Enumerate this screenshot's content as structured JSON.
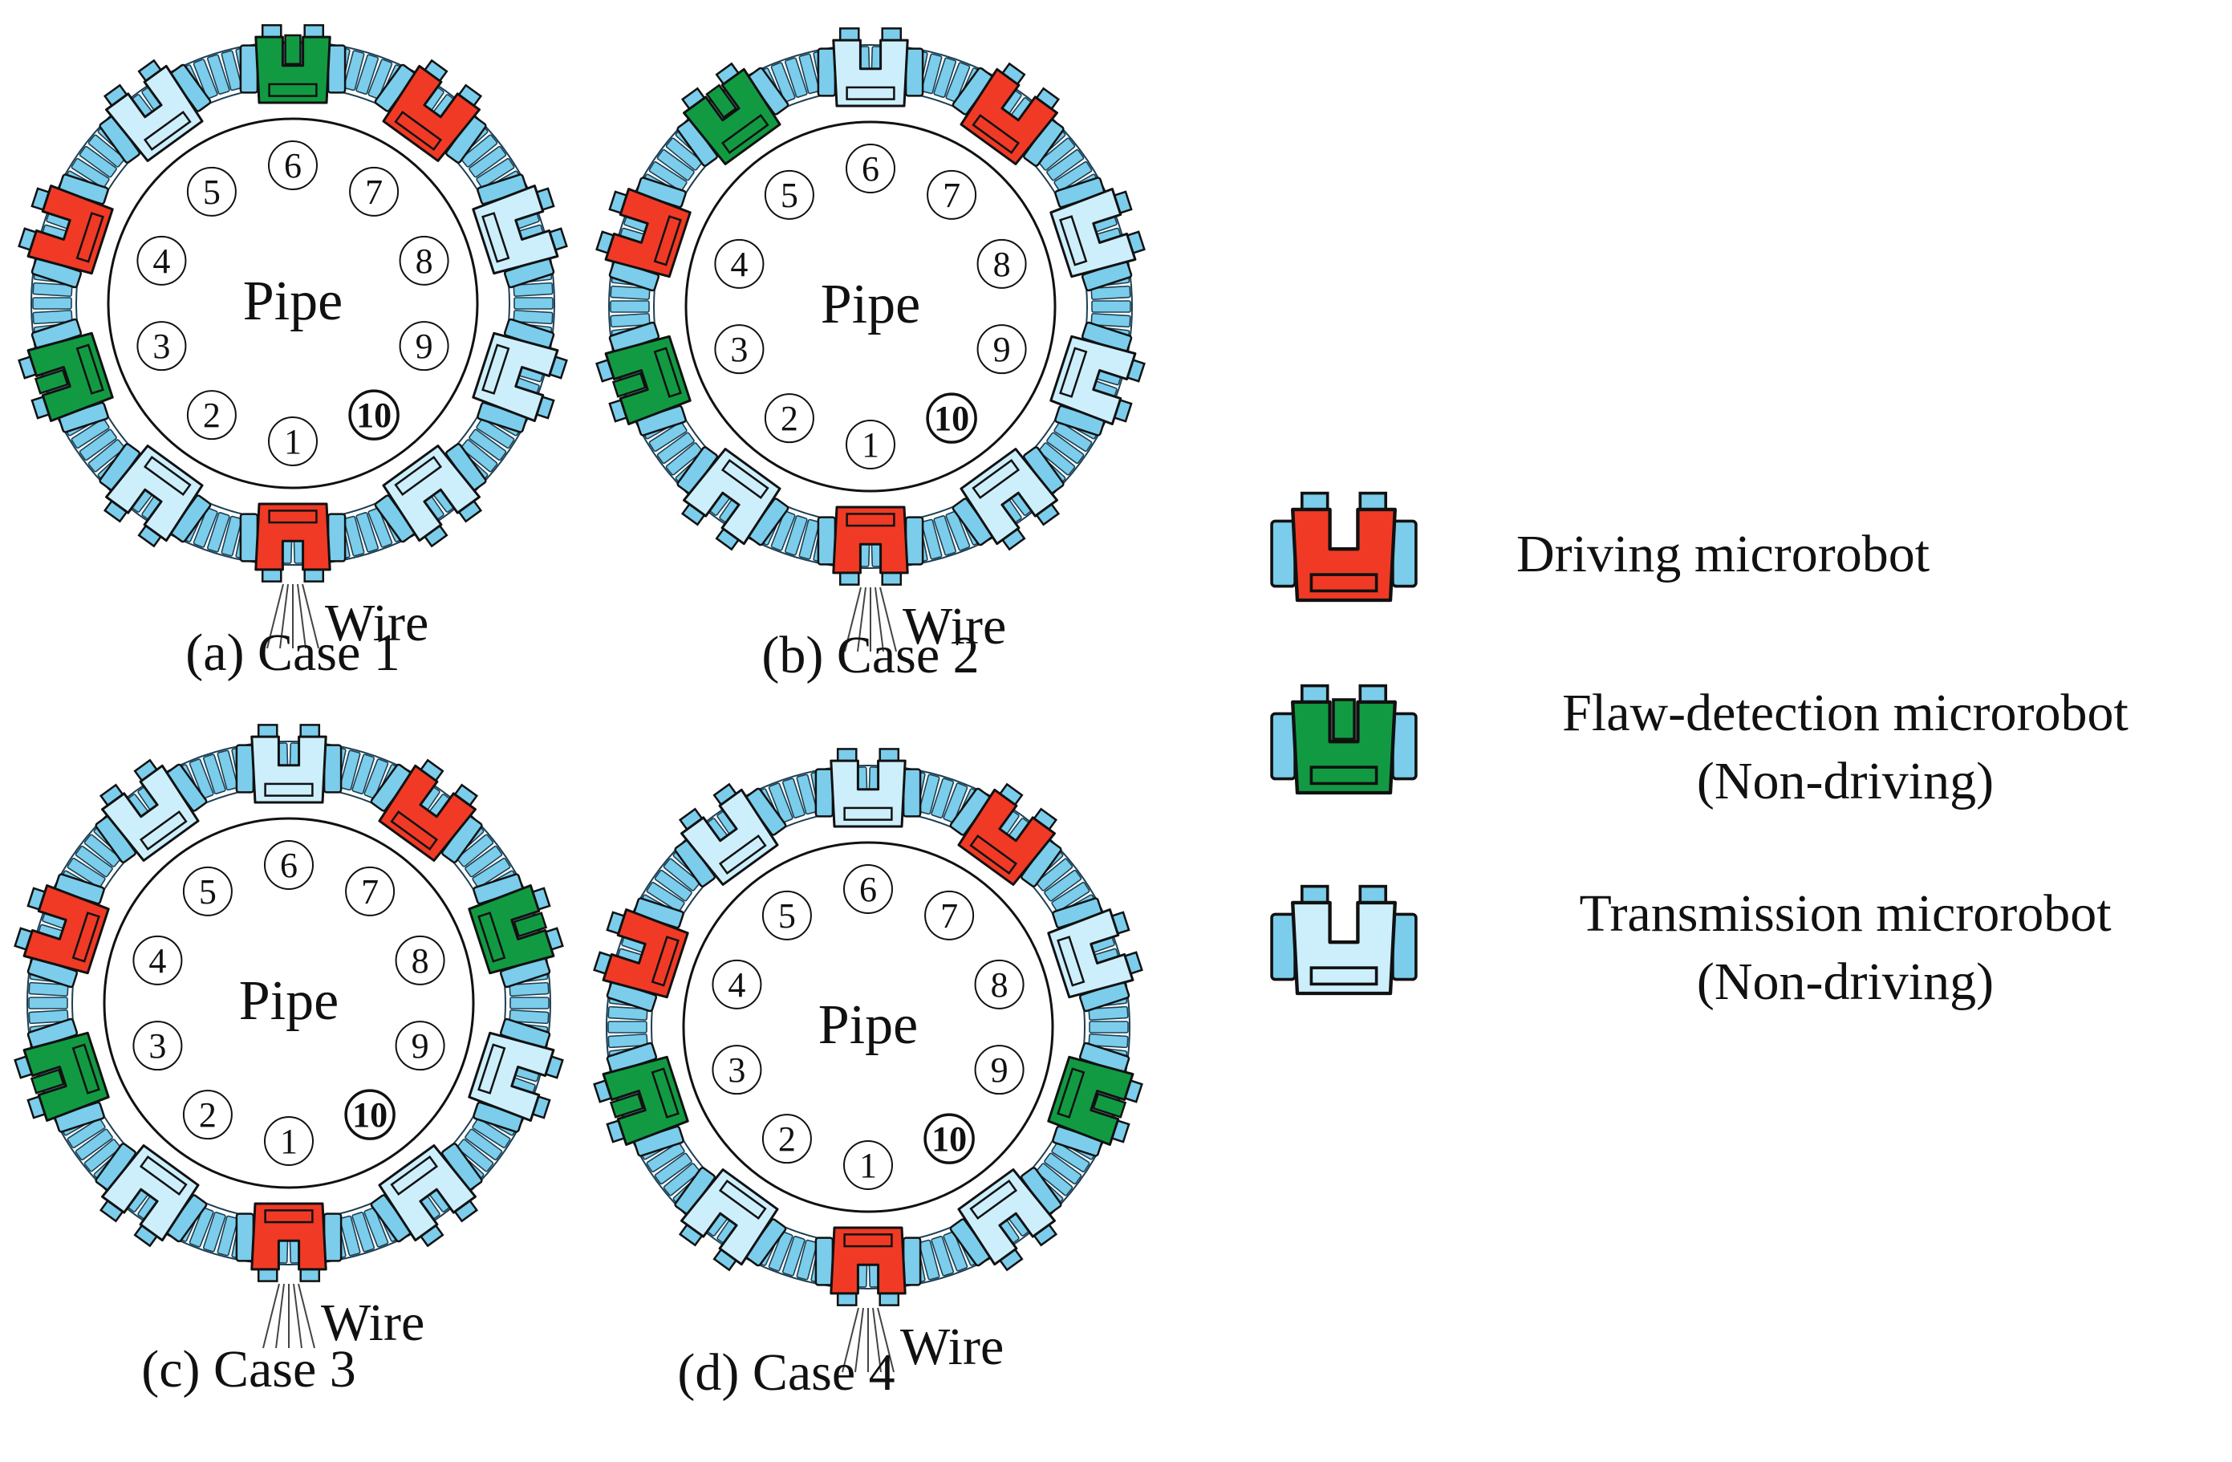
{
  "colors": {
    "driving": "#F03A25",
    "flaw": "#129A42",
    "transmission": "#CDEFFC",
    "link": "#7BCDEB",
    "outline": "#111111"
  },
  "pipe_label": "Pipe",
  "wire_label": "Wire",
  "position_numbers": [
    "1",
    "2",
    "3",
    "4",
    "5",
    "6",
    "7",
    "8",
    "9",
    "10"
  ],
  "cases": [
    {
      "label": "(a)  Case 1",
      "slots": [
        "driving",
        "transmission",
        "flaw",
        "driving",
        "transmission",
        "flaw",
        "driving",
        "transmission",
        "transmission",
        "transmission"
      ]
    },
    {
      "label": "(b)  Case 2",
      "slots": [
        "driving",
        "transmission",
        "flaw",
        "driving",
        "flaw",
        "transmission",
        "driving",
        "transmission",
        "transmission",
        "transmission"
      ]
    },
    {
      "label": "(c)  Case 3",
      "slots": [
        "driving",
        "transmission",
        "flaw",
        "driving",
        "transmission",
        "transmission",
        "driving",
        "flaw",
        "transmission",
        "transmission"
      ]
    },
    {
      "label": "(d)  Case 4",
      "slots": [
        "driving",
        "transmission",
        "flaw",
        "driving",
        "transmission",
        "transmission",
        "driving",
        "transmission",
        "flaw",
        "transmission"
      ]
    }
  ],
  "legend": [
    {
      "type": "driving",
      "line1": "Driving microrobot",
      "line2": ""
    },
    {
      "type": "flaw",
      "line1": "Flaw-detection microrobot",
      "line2": "(Non-driving)"
    },
    {
      "type": "transmission",
      "line1": "Transmission microrobot",
      "line2": "(Non-driving)"
    }
  ]
}
